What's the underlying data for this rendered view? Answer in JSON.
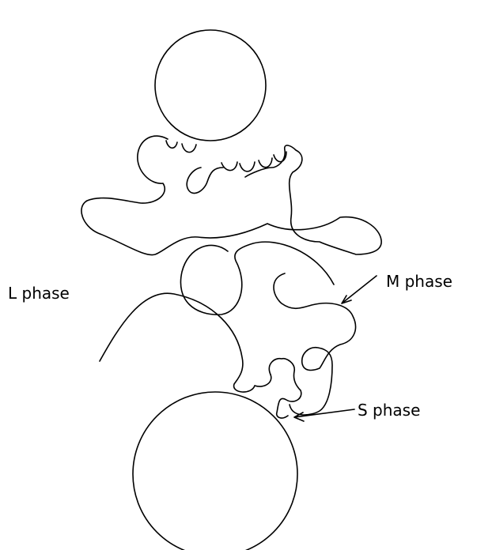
{
  "labels": {
    "m_phase": "M phase",
    "l_phase": "L phase",
    "s_phase": "S phase"
  },
  "colors": {
    "line": "#000000",
    "background": "#ffffff"
  }
}
